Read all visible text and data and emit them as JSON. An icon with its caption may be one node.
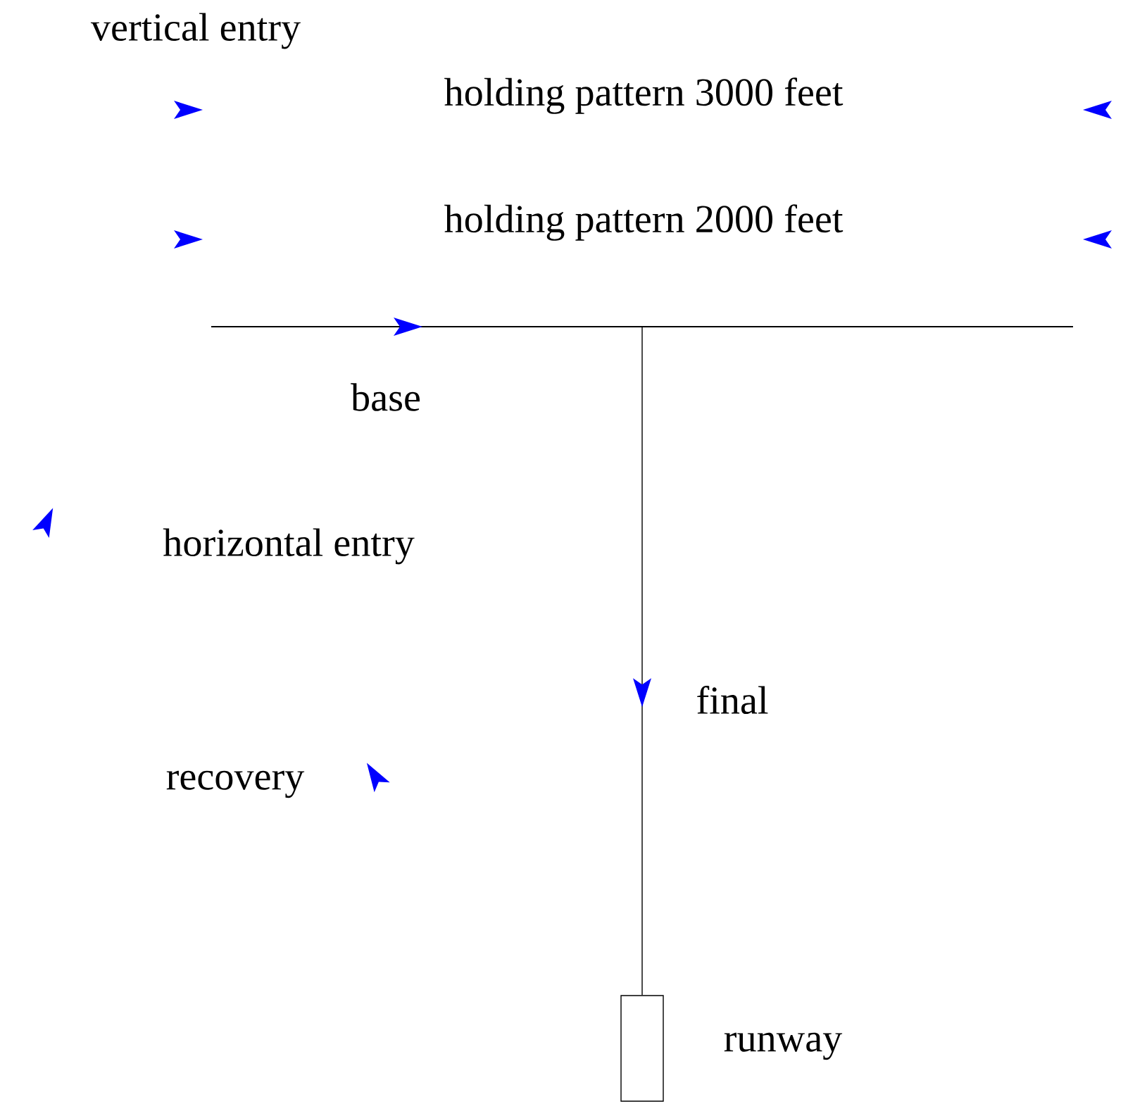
{
  "diagram": {
    "nodes": [
      {
        "text": [],
        "shape": "bar",
        "beside": [
          "base"
        ]
      },
      {
        "text": [],
        "shape": "box",
        "beside": [
          "runway"
        ]
      }
    ],
    "edges": [
      {
        "from": 0,
        "to": 1,
        "arrow": "to",
        "label": "final"
      }
    ],
    "labels": [
      "vertical entry",
      "holding pattern 3000 feet",
      "holding pattern 2000 feet",
      "horizontal entry",
      "recovery"
    ]
  }
}
